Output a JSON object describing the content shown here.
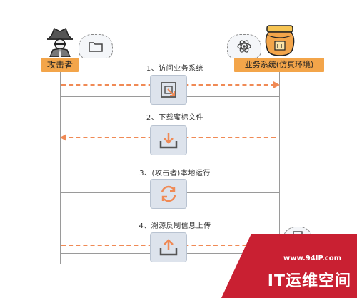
{
  "actors": {
    "attacker": {
      "label": "攻击者",
      "icon": "hacker-icon"
    },
    "system": {
      "label": "业务系统(仿真环境)",
      "icon": "honey-jar-icon"
    }
  },
  "bubbles": {
    "left": {
      "icon": "folder-icon"
    },
    "right": {
      "icon": "atom-icon"
    }
  },
  "steps": [
    {
      "label": "1、访问业务系统",
      "direction": "right",
      "icon": "access-icon"
    },
    {
      "label": "2、下载蜜标文件",
      "direction": "left",
      "icon": "download-icon"
    },
    {
      "label": "3、(攻击者)本地运行",
      "direction": "none",
      "icon": "refresh-icon"
    },
    {
      "label": "4、溯源反制信息上传",
      "direction": "right",
      "icon": "upload-icon"
    }
  ],
  "colors": {
    "arrow": "#f08a55",
    "actor_bg": "#f3a54a",
    "step_box": "#dde3ec",
    "icon_stroke": "#f08a55",
    "watermark": "#c92032"
  },
  "watermark": {
    "url": "www.94IP.com",
    "text": "IT运维空间"
  }
}
